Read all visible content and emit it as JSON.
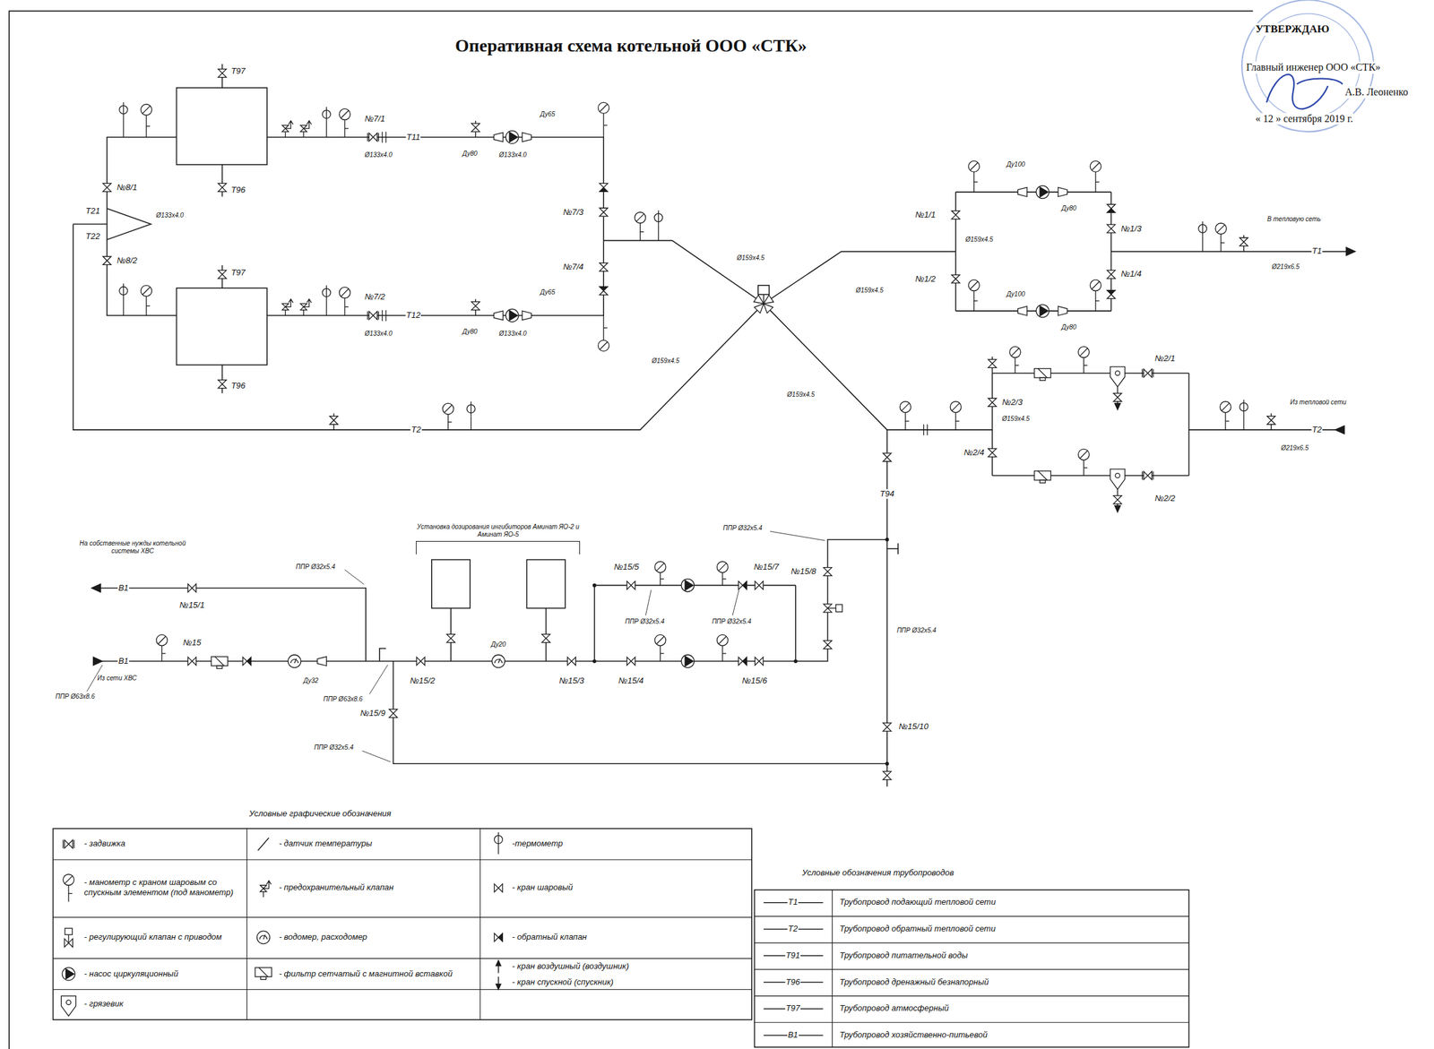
{
  "diagram": {
    "title": "Оперативная схема котельной ООО «СТК»",
    "nodes": [
      {
        "text": [
          "Установка дозирования ингибиторов Аминат ЯО-2 и Аминат ЯО-5"
        ]
      }
    ],
    "labels": [
      "УТВЕРЖДАЮ",
      "Главный инженер ООО «СТК»",
      "А.В. Леоненко",
      "« 12 » сентября 2019 г.",
      "Т97",
      "Т96",
      "Т97",
      "Т96",
      "№8/1",
      "Т21",
      "Т22",
      "№8/2",
      "Ø133х4.0",
      "№7/1",
      "Т11",
      "Ø133х4.0",
      "Ду65",
      "Ду80",
      "Ø133х4.0",
      "№7/3",
      "№7/4",
      "№7/2",
      "Т12",
      "Ø133х4.0",
      "Ду65",
      "Ду80",
      "Ø133х4.0",
      "Ø159х4.5",
      "Ø159х4.5",
      "Ø159х4.5",
      "Ø159х4.5",
      "Т2",
      "№1/1",
      "№1/2",
      "№1/3",
      "№1/4",
      "Ду100",
      "Ду80",
      "Ду100",
      "Ду80",
      "Ø159х4.5",
      "В тепловую сеть",
      "Т1",
      "Ø219х6.5",
      "№2/1",
      "№2/2",
      "№2/3",
      "Ø159х4.5",
      "№2/4",
      "Из тепловой сети",
      "Т2",
      "Ø219х6.5",
      "Т94",
      "На собственные нужды котельной системы ХВС",
      "В1",
      "№15/1",
      "ППР Ø32х5.4",
      "В1",
      "Из сети ХВС",
      "№15",
      "ППР Ø63х8.6",
      "Ду32",
      "ППР Ø63х8.6",
      "ППР Ø32х5.4",
      "№15/9",
      "№15/2",
      "Ду20",
      "№15/3",
      "№15/4",
      "№15/5",
      "№15/6",
      "№15/7",
      "ППР Ø32х5.4",
      "ППР Ø32х5.4",
      "ППР Ø32х5.4",
      "№15/8",
      "ППР Ø32х5.4",
      "№15/10",
      "Т1",
      "Т2",
      "Т91",
      "Т96",
      "Т97",
      "В1",
      "Условные графические обозначения",
      "Условные обозначения трубопроводов"
    ],
    "legend": [
      {
        "text": "- задвижка"
      },
      {
        "text": "- датчик температуры"
      },
      {
        "text": "-термометр"
      },
      {
        "text": "- манометр с краном шаровым со спускным элементом (под манометр)"
      },
      {
        "text": "- предохранительный клапан"
      },
      {
        "text": "- кран шаровый"
      },
      {
        "text": "- регулирующий клапан с приводом"
      },
      {
        "text": "- водомер, расходомер"
      },
      {
        "text": "- обратный клапан"
      },
      {
        "text": "- насос циркуляционный"
      },
      {
        "text": "- фильтр сетчатый с магнитной вставкой"
      },
      {
        "text": "- кран воздушный (воздушник)"
      },
      {
        "text": "- кран спускной (спускник)"
      },
      {
        "text": "- грязевик"
      },
      {
        "text": "Трубопровод подающий тепловой сети"
      },
      {
        "text": "Трубопровод обратный тепловой сети"
      },
      {
        "text": "Трубопровод питательной воды"
      },
      {
        "text": "Трубопровод дренажный безнапорный"
      },
      {
        "text": "Трубопровод атмосферный"
      },
      {
        "text": "Трубопровод хозяйственно-питьевой"
      }
    ]
  }
}
